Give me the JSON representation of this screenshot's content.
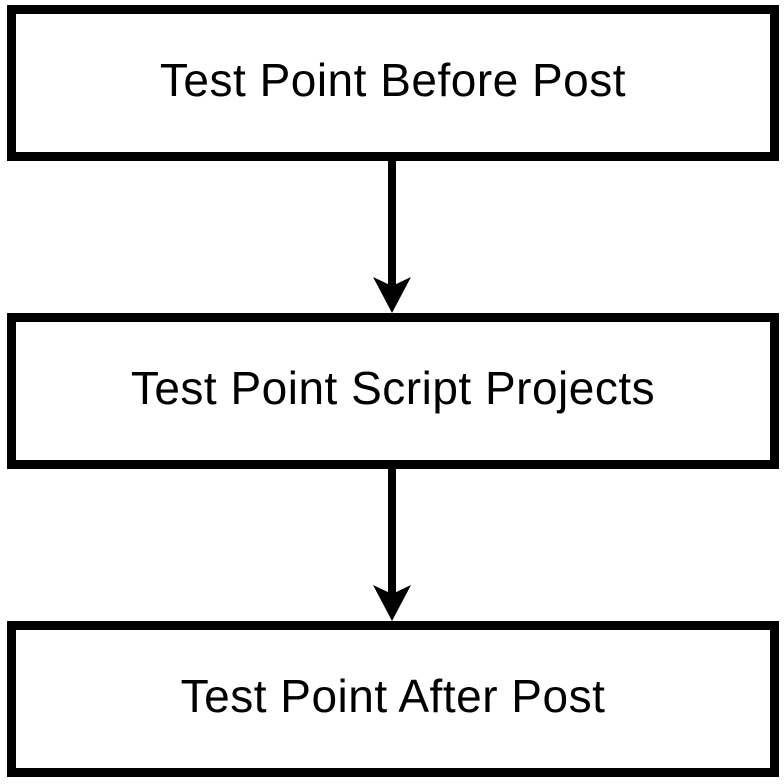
{
  "diagram": {
    "type": "flowchart",
    "direction": "top-to-bottom",
    "colors": {
      "background": "#ffffff",
      "box_fill": "#ffffff",
      "box_border": "#000000",
      "text": "#000000",
      "arrow": "#000000"
    },
    "nodes": [
      {
        "id": "before-post",
        "label": "Test Point Before Post"
      },
      {
        "id": "script-projects",
        "label": "Test Point Script Projects"
      },
      {
        "id": "after-post",
        "label": "Test Point After Post"
      }
    ],
    "edges": [
      {
        "from": "before-post",
        "to": "script-projects",
        "style": "arrow-down"
      },
      {
        "from": "script-projects",
        "to": "after-post",
        "style": "arrow-down"
      }
    ]
  }
}
